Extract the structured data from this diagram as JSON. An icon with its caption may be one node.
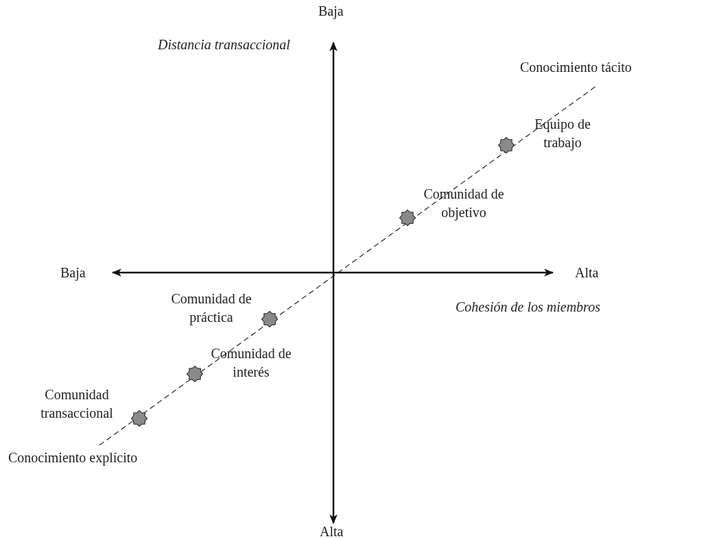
{
  "diagram": {
    "nodes": [
      {
        "text": [
          "Equipo de trabajo"
        ]
      },
      {
        "text": [
          "Comunidad de objetivo"
        ]
      },
      {
        "text": [
          "Comunidad de práctica"
        ]
      },
      {
        "text": [
          "Comunidad de interés"
        ]
      },
      {
        "text": [
          "Comunidad transaccional"
        ]
      }
    ],
    "edges": [],
    "labels": [
      "Baja",
      "Distancia transaccional",
      "Conocimiento tácito",
      "Baja",
      "Alta",
      "Cohesión de los miembros",
      "Conocimiento explícito",
      "Alta"
    ]
  }
}
